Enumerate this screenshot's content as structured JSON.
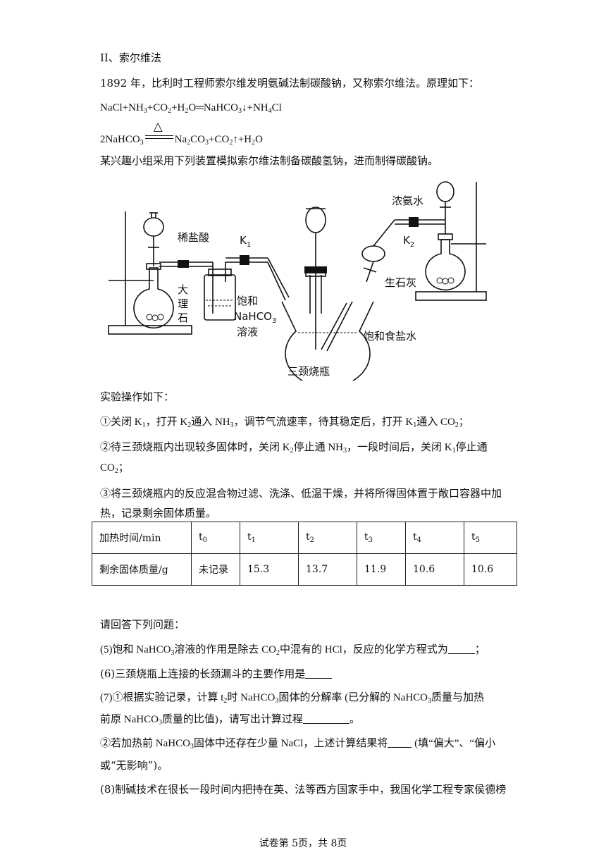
{
  "section_title": "II、索尔维法",
  "intro": "1892 年，比利时工程师索尔维发明氨碱法制碳酸钠，又称索尔维法。原理如下：",
  "eq1": {
    "a": "NaCl+NH",
    "b": "3",
    "c": "+CO",
    "d": "2",
    "e": "+H",
    "f": "2",
    "g": "O═NaHCO",
    "h": "3",
    "i": "↓+NH",
    "j": "4",
    "k": "Cl"
  },
  "eq2": {
    "cond": "△",
    "a": "2NaHCO",
    "b": "3",
    "c": "Na",
    "d": "2",
    "e": "CO",
    "f": "3",
    "g": "+CO",
    "h": "2",
    "i": "↑+H",
    "j": "2",
    "k": "O"
  },
  "group_text": "某兴趣小组采用下列装置模拟索尔维法制备碳酸氢钠，进而制得碳酸钠。",
  "diagram": {
    "dilute_hcl": "稀盐酸",
    "marble": [
      "大",
      "理",
      "石"
    ],
    "k1": "K",
    "k1_sub": "1",
    "k2": "K",
    "k2_sub": "2",
    "saturated": "饱和",
    "nahco3": "NaHCO",
    "nahco3_sub": "3",
    "solution": "溶液",
    "three_neck": "三颈烧瓶",
    "brine": "饱和食盐水",
    "conc_ammonia": "浓氨水",
    "quicklime": "生石灰"
  },
  "ops_title": "实验操作如下：",
  "op1": {
    "a": "①关闭 K",
    "b": "1",
    "c": "，打开 K",
    "d": "2",
    "e": "通入 NH",
    "f": "3",
    "g": "，调节气流速率，待其稳定后，打开 K",
    "h": "1",
    "i": "通入 CO",
    "j": "2",
    "k": "；"
  },
  "op2": {
    "a": "②待三颈烧瓶内出现较多固体时，关闭 K",
    "b": "2",
    "c": "停止通 NH",
    "d": "3",
    "e": "，一段时间后，关闭 K",
    "f": "1",
    "g": "停止通"
  },
  "op2b": {
    "a": "CO",
    "b": "2",
    "c": "；"
  },
  "op3a": "③将三颈烧瓶内的反应混合物过滤、洗涤、低温干燥，并将所得固体置于敞口容器中加",
  "op3b": "热，记录剩余固体质量。",
  "table": {
    "row1_label": "加热时间/min",
    "row2_label": "剩余固体质量/g",
    "times": [
      {
        "t": "t",
        "s": "0"
      },
      {
        "t": "t",
        "s": "1"
      },
      {
        "t": "t",
        "s": "2"
      },
      {
        "t": "t",
        "s": "3"
      },
      {
        "t": "t",
        "s": "4"
      },
      {
        "t": "t",
        "s": "5"
      }
    ],
    "masses": [
      "未记录",
      "15.3",
      "13.7",
      "11.9",
      "10.6",
      "10.6"
    ]
  },
  "questions_title": "请回答下列问题：",
  "q5": {
    "a": "(5)饱和 NaHCO",
    "b": "3",
    "c": "溶液的作用是除去 CO",
    "d": "2",
    "e": "中混有的 HCl，反应的化学方程式为",
    "f": "；"
  },
  "q6": "(6)三颈烧瓶上连接的长颈漏斗的主要作用是",
  "q7a": {
    "a": "(7)①根据实验记录，计算 t",
    "b": "2",
    "c": "时  NaHCO",
    "d": "3",
    "e": "固体的分解率  (已分解的  NaHCO",
    "f": "3",
    "g": "质量与加热"
  },
  "q7b": {
    "a": "前原 NaHCO",
    "b": "3",
    "c": "质量的比值)，请写出计算过程",
    "d": "。"
  },
  "q7c": {
    "a": "②若加热前 NaHCO",
    "b": "3",
    "c": "固体中还存在少量 NaCl，上述计算结果将",
    "d": " (填“偏大”、“偏小"
  },
  "q7d": "或“无影响”)。",
  "q8": "(8)制碱技术在很长一段时间内把持在英、法等西方国家手中，我国化学工程专家侯德榜",
  "footer": "试卷第 5页，共 8页"
}
